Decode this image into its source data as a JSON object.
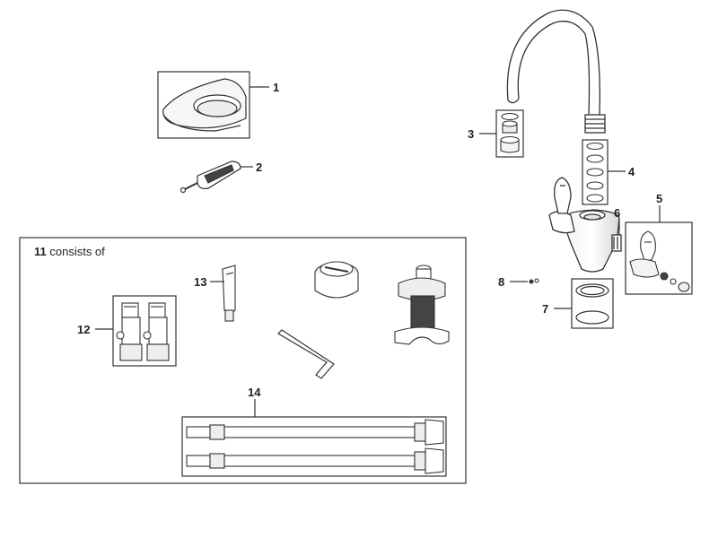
{
  "callouts": {
    "n1": "1",
    "n2": "2",
    "n3": "3",
    "n4": "4",
    "n5": "5",
    "n6": "6",
    "n7": "7",
    "n8": "8",
    "n12": "12",
    "n13": "13",
    "n14": "14"
  },
  "kit": {
    "number": "11",
    "caption": " consists of"
  }
}
